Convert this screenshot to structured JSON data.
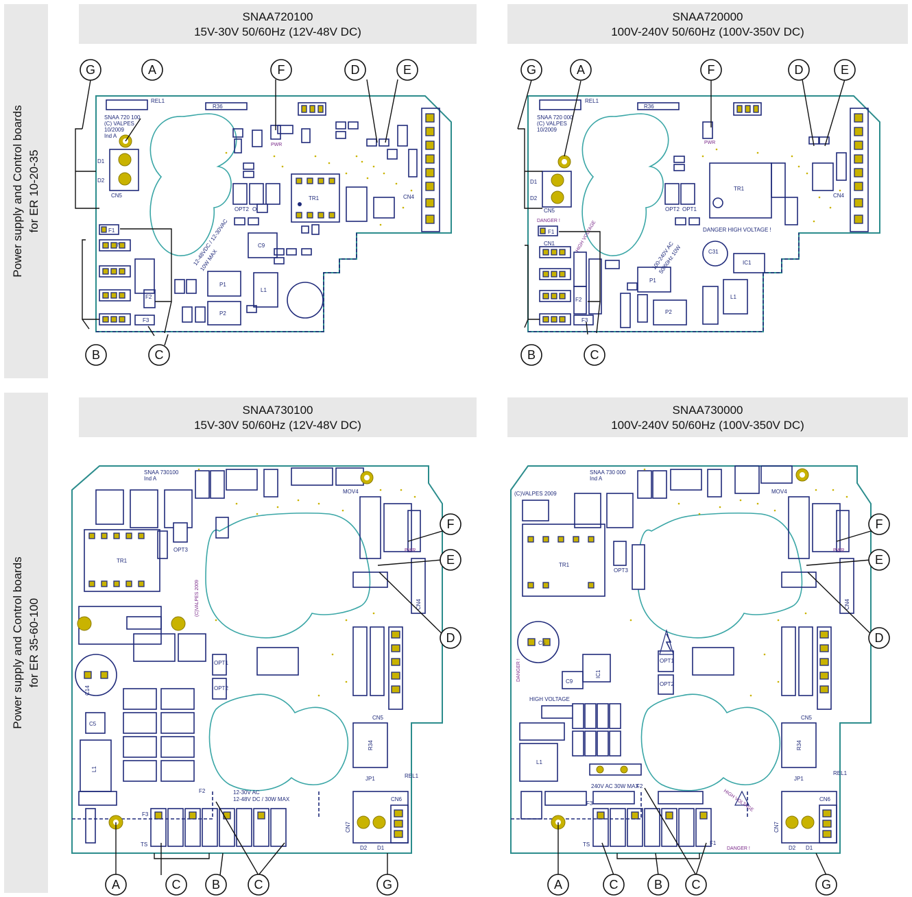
{
  "sections": [
    {
      "label_line1": "Power supply and Control boards",
      "label_line2": "for ER 10-20-35"
    },
    {
      "label_line1": "Power supply and Control boards",
      "label_line2": "for ER 35-60-100"
    }
  ],
  "boards": [
    {
      "model": "SNAA720100",
      "spec": "15V-30V 50/60Hz (12V-48V DC)"
    },
    {
      "model": "SNAA720000",
      "spec": "100V-240V 50/60Hz (100V-350V DC)"
    },
    {
      "model": "SNAA730100",
      "spec": "15V-30V 50/60Hz (12V-48V DC)"
    },
    {
      "model": "SNAA730000",
      "spec": "100V-240V 50/60Hz (100V-350V DC)"
    }
  ],
  "callouts": {
    "a": "A",
    "b": "B",
    "c": "C",
    "d": "D",
    "e": "E",
    "f": "F",
    "g": "G"
  },
  "silkscreen": {
    "b1_id": "SNAA 720 100",
    "b1_copy": "(C) VALPES",
    "b1_date": "10/2009",
    "b1_ind": "Ind A",
    "b1_rating": "12-48VDC / 12-30VAC",
    "b1_max": "10W MAX",
    "b2_id": "SNAA 720 000",
    "b2_copy": "(C) VALPES",
    "b2_date": "10/2009",
    "b2_danger": "DANGER HIGH VOLTAGE !",
    "b2_danger_short": "DANGER !",
    "b2_hv": "HIGH VOLTAGE",
    "b2_rating": "100-240V AC",
    "b2_freq": "50/60Hz 10W",
    "b3_id": "SNAA 730100",
    "b3_ind": "Ind A",
    "b3_copy": "(C)VALPES 2009",
    "b3_rating1": "12-30V AC",
    "b3_rating2": "12-48V DC / 30W MAX",
    "b4_id": "SNAA 730 000",
    "b4_ind": "Ind A",
    "b4_copy": "(C)VALPES 2009",
    "b4_rating": "240V AC 30W MAX",
    "b4_hv": "HIGH VOLTAGE",
    "b4_danger": "DANGER !",
    "tr1": "TR1",
    "cn1": "CN1",
    "cn5": "CN5",
    "cn4": "CN4",
    "cn6": "CN6",
    "cn7": "CN7",
    "f1": "F1",
    "f2": "F2",
    "f3": "F3",
    "d1": "D1",
    "d2": "D2",
    "ts": "TS",
    "opt1": "OPT1",
    "opt2": "OPT2",
    "opt3": "OPT3",
    "pwr": "PWR",
    "rel1": "REL1",
    "c9": "C9",
    "c31": "C31",
    "l1": "L1",
    "p1": "P1",
    "p2": "P2",
    "ic1": "IC1",
    "r36": "R36",
    "jp1": "JP1",
    "r34": "R34",
    "mov4": "MOV4",
    "c14": "C14",
    "c5": "C5"
  }
}
